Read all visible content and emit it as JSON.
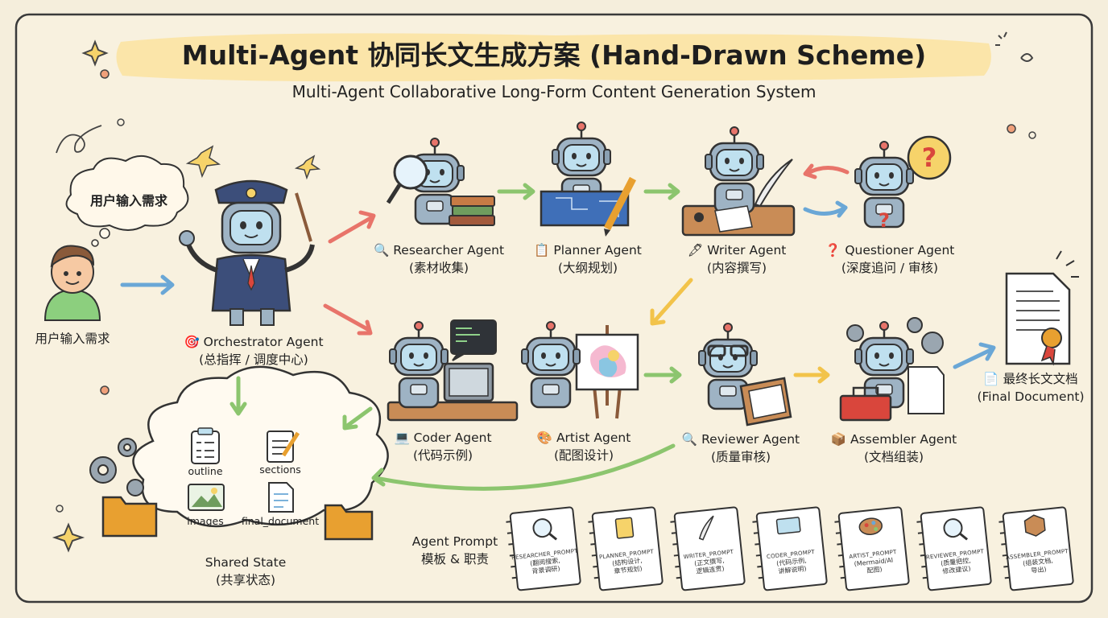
{
  "header": {
    "title": "Multi-Agent 协同长文生成方案 (Hand-Drawn Scheme)",
    "subtitle": "Multi-Agent Collaborative Long-Form Content Generation System"
  },
  "user": {
    "bubble": "用户输入需求",
    "label": "用户输入需求"
  },
  "orchestrator": {
    "name": "Orchestrator Agent",
    "role": "(总指挥 / 调度中心)"
  },
  "agents": [
    {
      "name": "Researcher Agent",
      "role": "(素材收集)"
    },
    {
      "name": "Planner Agent",
      "role": "(大纲规划)"
    },
    {
      "name": "Writer Agent",
      "role": "(内容撰写)"
    },
    {
      "name": "Questioner Agent",
      "role": "(深度追问 / 审核)"
    },
    {
      "name": "Coder Agent",
      "role": "(代码示例)"
    },
    {
      "name": "Artist Agent",
      "role": "(配图设计)"
    },
    {
      "name": "Reviewer Agent",
      "role": "(质量审核)"
    },
    {
      "name": "Assembler Agent",
      "role": "(文档组装)"
    }
  ],
  "final": {
    "name": "最终长文文档",
    "sub": "(Final Document)"
  },
  "shared_state": {
    "name": "Shared State",
    "sub": "(共享状态)",
    "items": [
      "outline",
      "sections",
      "images",
      "final_document"
    ]
  },
  "prompts": {
    "label_line1": "Agent Prompt",
    "label_line2": "模板 & 职责",
    "cards": [
      {
        "title": "RESEARCHER_PROMPT",
        "l1": "(翻阅搜索,",
        "l2": "背景调研)"
      },
      {
        "title": "PLANNER_PROMPT",
        "l1": "(结构设计,",
        "l2": "章节规划)"
      },
      {
        "title": "WRITER_PROMPT",
        "l1": "(正文撰写,",
        "l2": "逻辑连贯)"
      },
      {
        "title": "CODER_PROMPT",
        "l1": "(代码示例,",
        "l2": "讲解说明)"
      },
      {
        "title": "ARTIST_PROMPT",
        "l1": "(Mermaid/AI",
        "l2": "配图)"
      },
      {
        "title": "REVIEWER_PROMPT",
        "l1": "(质量把控,",
        "l2": "修改建议)"
      },
      {
        "title": "ASSEMBLER_PROMPT",
        "l1": "(组装文档,",
        "l2": "导出)"
      }
    ]
  }
}
